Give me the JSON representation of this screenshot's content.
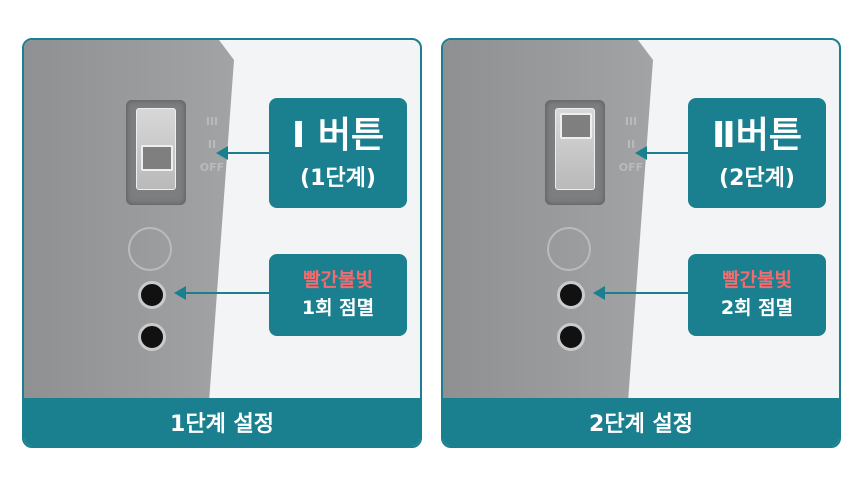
{
  "panels": [
    {
      "button_title": "I 버튼",
      "button_sub": "(1단계)",
      "led_line1": "빨간불빛",
      "led_line2": "1회 점멸",
      "footer": "1단계 설정",
      "position": "I"
    },
    {
      "button_title": "Ⅱ버튼",
      "button_sub": "(2단계)",
      "led_line1": "빨간불빛",
      "led_line2": "2회 점멸",
      "footer": "2단계 설정",
      "position": "II"
    }
  ],
  "switch_marks": [
    "III",
    "II",
    "OFF"
  ],
  "colors": {
    "accent": "#1a7f8e",
    "red": "#f26b6e"
  }
}
